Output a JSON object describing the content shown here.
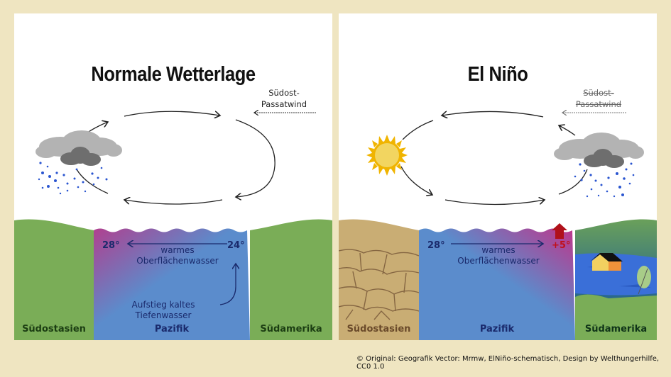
{
  "panels": {
    "normal": {
      "title": "Normale Wetterlage",
      "wind_label_line1": "Südost-",
      "wind_label_line2": "Passatwind",
      "wind_struck": false,
      "temp_west": "28°",
      "temp_east": "24°",
      "current_label_line1": "warmes",
      "current_label_line2": "Oberflächenwasser",
      "current_direction": "east-to-west",
      "upwelling_label": "Aufstieg kaltes Tiefenwasser",
      "regions": {
        "west": "Südostasien",
        "ocean": "Pazifik",
        "east": "Südamerika"
      },
      "weather_west": "rain-cloud",
      "weather_east": "none"
    },
    "elnino": {
      "title": "El Niño",
      "wind_label_line1": "Südost-",
      "wind_label_line2": "Passatwind",
      "wind_struck": true,
      "temp_west": "28°",
      "temp_east": "+5°",
      "current_label_line1": "warmes",
      "current_label_line2": "Oberflächenwasser",
      "current_direction": "west-to-east",
      "regions": {
        "west": "Südostasien",
        "ocean": "Pazifik",
        "east": "Südamerika"
      },
      "weather_west": "sun",
      "weather_east": "rain-cloud",
      "land_west": "drought-cracked-soil",
      "land_east": "flood-house-tree"
    }
  },
  "colors": {
    "background": "#efe5c1",
    "land_green": "#7aad57",
    "land_drought": "#c9ad74",
    "ocean_blue": "#5b8ccc",
    "warm_magenta": "#b0408f",
    "text_navy": "#1a2a6c",
    "warning_red": "#c0101a",
    "sun": "#f0b400",
    "rain": "#2a55d0"
  },
  "credit": "© Original: Geografik Vector: Mrmw, ElNiño-schematisch, Design by Welthungerhilfe, CC0 1.0"
}
